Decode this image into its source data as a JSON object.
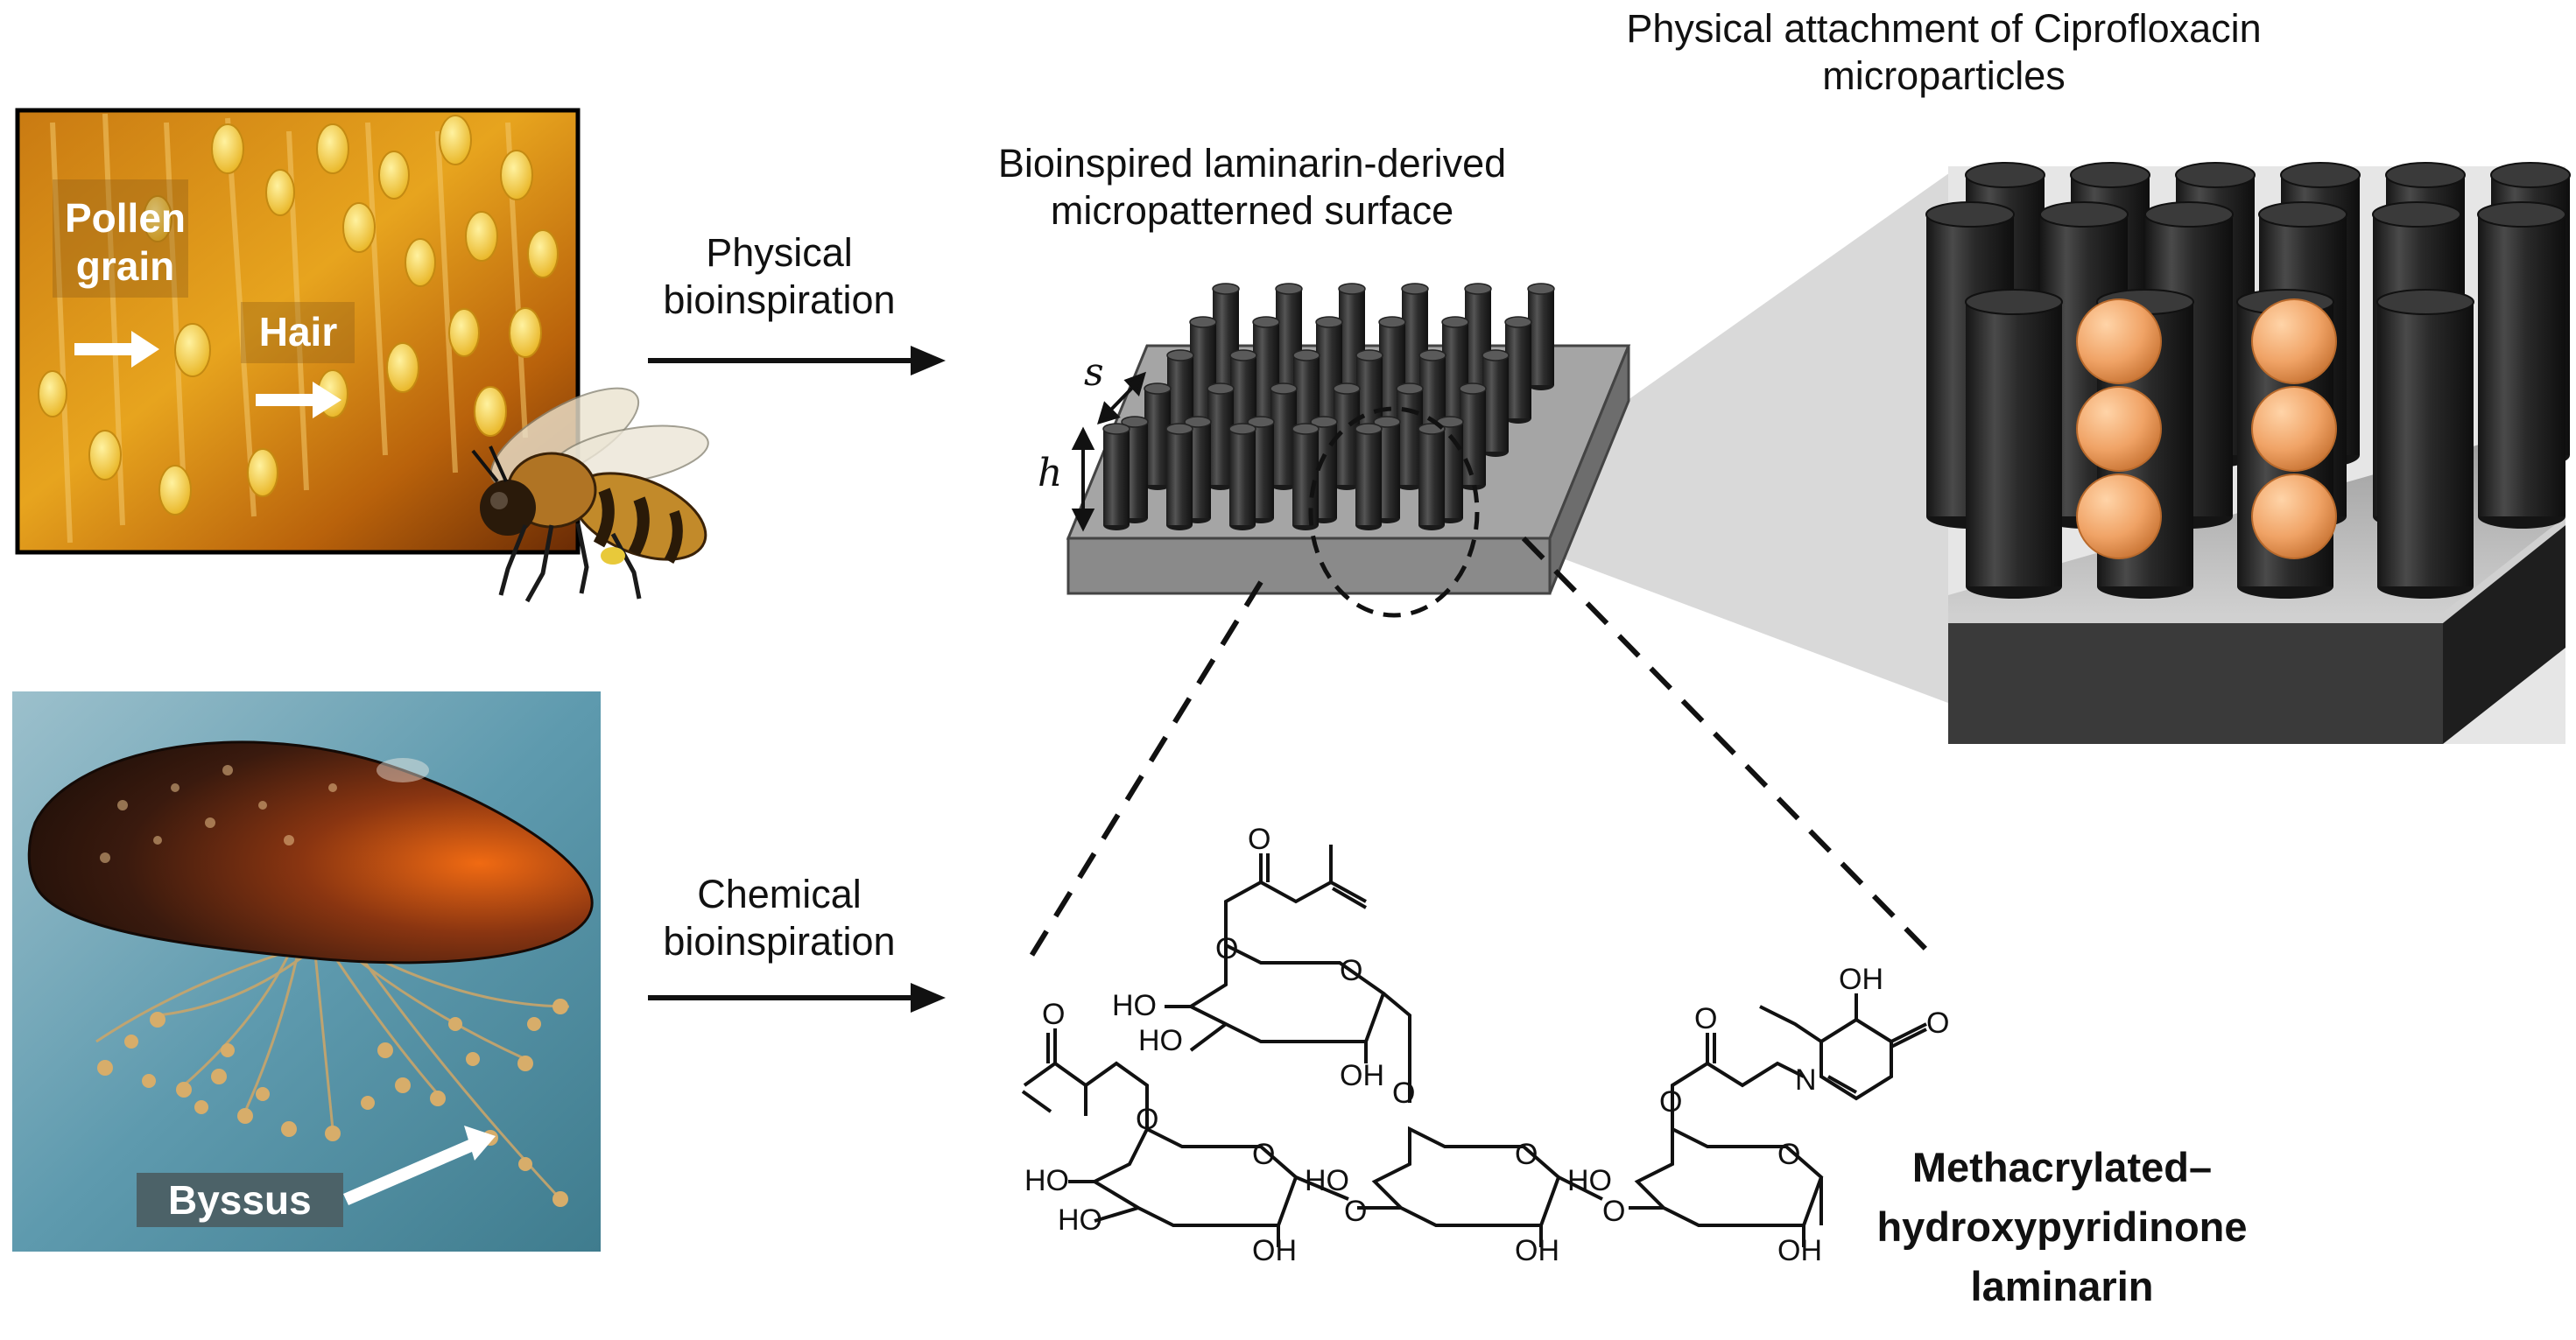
{
  "pollen_photo": {
    "label_pollen": "Pollen grain",
    "label_hair": "Hair"
  },
  "mussel_photo": {
    "label_byssus": "Byssus"
  },
  "arrows": {
    "physical": "Physical bioinspiration",
    "chemical": "Chemical bioinspiration"
  },
  "surface": {
    "title": "Bioinspired laminarin-derived micropatterned surface",
    "label_s": "s",
    "label_h": "h"
  },
  "zoom": {
    "title": "Physical attachment of Ciprofloxacin microparticles"
  },
  "molecule": {
    "name_line1": "Methacrylated–",
    "name_line2": "hydroxypyridinone",
    "name_line3": "laminarin",
    "atoms": {
      "oh": "OH",
      "ho": "HO",
      "o": "O",
      "n": "N"
    }
  },
  "colors": {
    "pillar": "#2b2b2b",
    "base_top": "#a9a9a9",
    "particle": "#f0a366",
    "zoom_cone": "#d9d9d9"
  }
}
